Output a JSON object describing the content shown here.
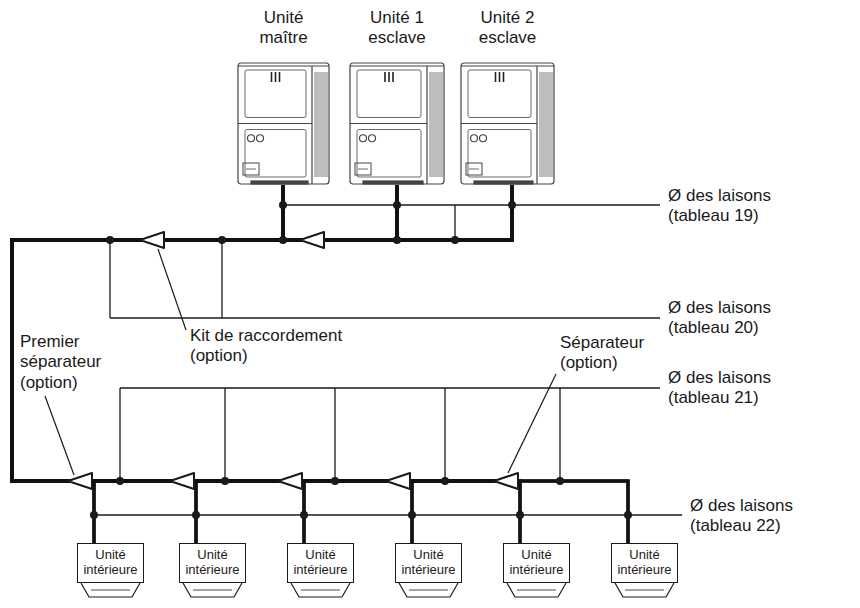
{
  "diagram": {
    "nodes": [
      {
        "text": [
          "Unité maître"
        ]
      },
      {
        "text": [
          "Unité 1 esclave"
        ]
      },
      {
        "text": [
          "Unité 2 esclave"
        ]
      },
      {
        "text": [
          "Unité intérieure"
        ]
      },
      {
        "text": [
          "Unité intérieure"
        ]
      },
      {
        "text": [
          "Unité intérieure"
        ]
      },
      {
        "text": [
          "Unité intérieure"
        ]
      },
      {
        "text": [
          "Unité intérieure"
        ]
      },
      {
        "text": [
          "Unité intérieure"
        ]
      }
    ],
    "edges": [
      {
        "from": 0,
        "to": 3,
        "arrow": "none"
      },
      {
        "from": 0,
        "to": 4,
        "arrow": "none"
      },
      {
        "from": 0,
        "to": 5,
        "arrow": "none"
      },
      {
        "from": 0,
        "to": 6,
        "arrow": "none"
      },
      {
        "from": 0,
        "to": 7,
        "arrow": "none"
      },
      {
        "from": 0,
        "to": 8,
        "arrow": "none"
      },
      {
        "from": 1,
        "to": 3,
        "arrow": "none"
      },
      {
        "from": 1,
        "to": 4,
        "arrow": "none"
      },
      {
        "from": 1,
        "to": 5,
        "arrow": "none"
      },
      {
        "from": 1,
        "to": 6,
        "arrow": "none"
      },
      {
        "from": 1,
        "to": 7,
        "arrow": "none"
      },
      {
        "from": 1,
        "to": 8,
        "arrow": "none"
      },
      {
        "from": 2,
        "to": 3,
        "arrow": "none"
      },
      {
        "from": 2,
        "to": 4,
        "arrow": "none"
      },
      {
        "from": 2,
        "to": 5,
        "arrow": "none"
      },
      {
        "from": 2,
        "to": 6,
        "arrow": "none"
      },
      {
        "from": 2,
        "to": 7,
        "arrow": "none"
      },
      {
        "from": 2,
        "to": 8,
        "arrow": "none"
      }
    ],
    "labels": [
      "Ø des laisons (tableau 19)",
      "Ø des laisons (tableau 20)",
      "Premier séparateur (option)",
      "Kit de raccordement (option)",
      "Séparateur (option)",
      "Ø des laisons (tableau 21)",
      "Ø des laisons (tableau 22)"
    ]
  }
}
